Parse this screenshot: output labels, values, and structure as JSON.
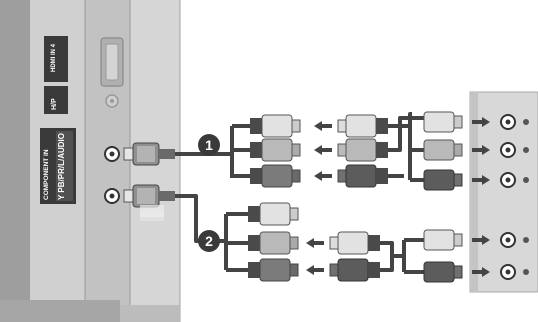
{
  "tv_panel": {
    "hdmi_label": "HDMI IN 4",
    "hp_label": "H/P",
    "component_label_line1": "COMPONENT IN",
    "component_label_line2": "Y PB/PR/L/AUDIO"
  },
  "callouts": [
    {
      "number": "1"
    },
    {
      "number": "2"
    }
  ],
  "colors": {
    "tv_body": "#c8c8c8",
    "panel_dark": "#3a3a3a",
    "cable": "#444444",
    "plug_light": "#d6d6d6",
    "plug_mid": "#a8a8a8",
    "plug_dark": "#5c5c5c",
    "device_panel": "#d8d8d8",
    "badge": "#3a3a3a"
  }
}
